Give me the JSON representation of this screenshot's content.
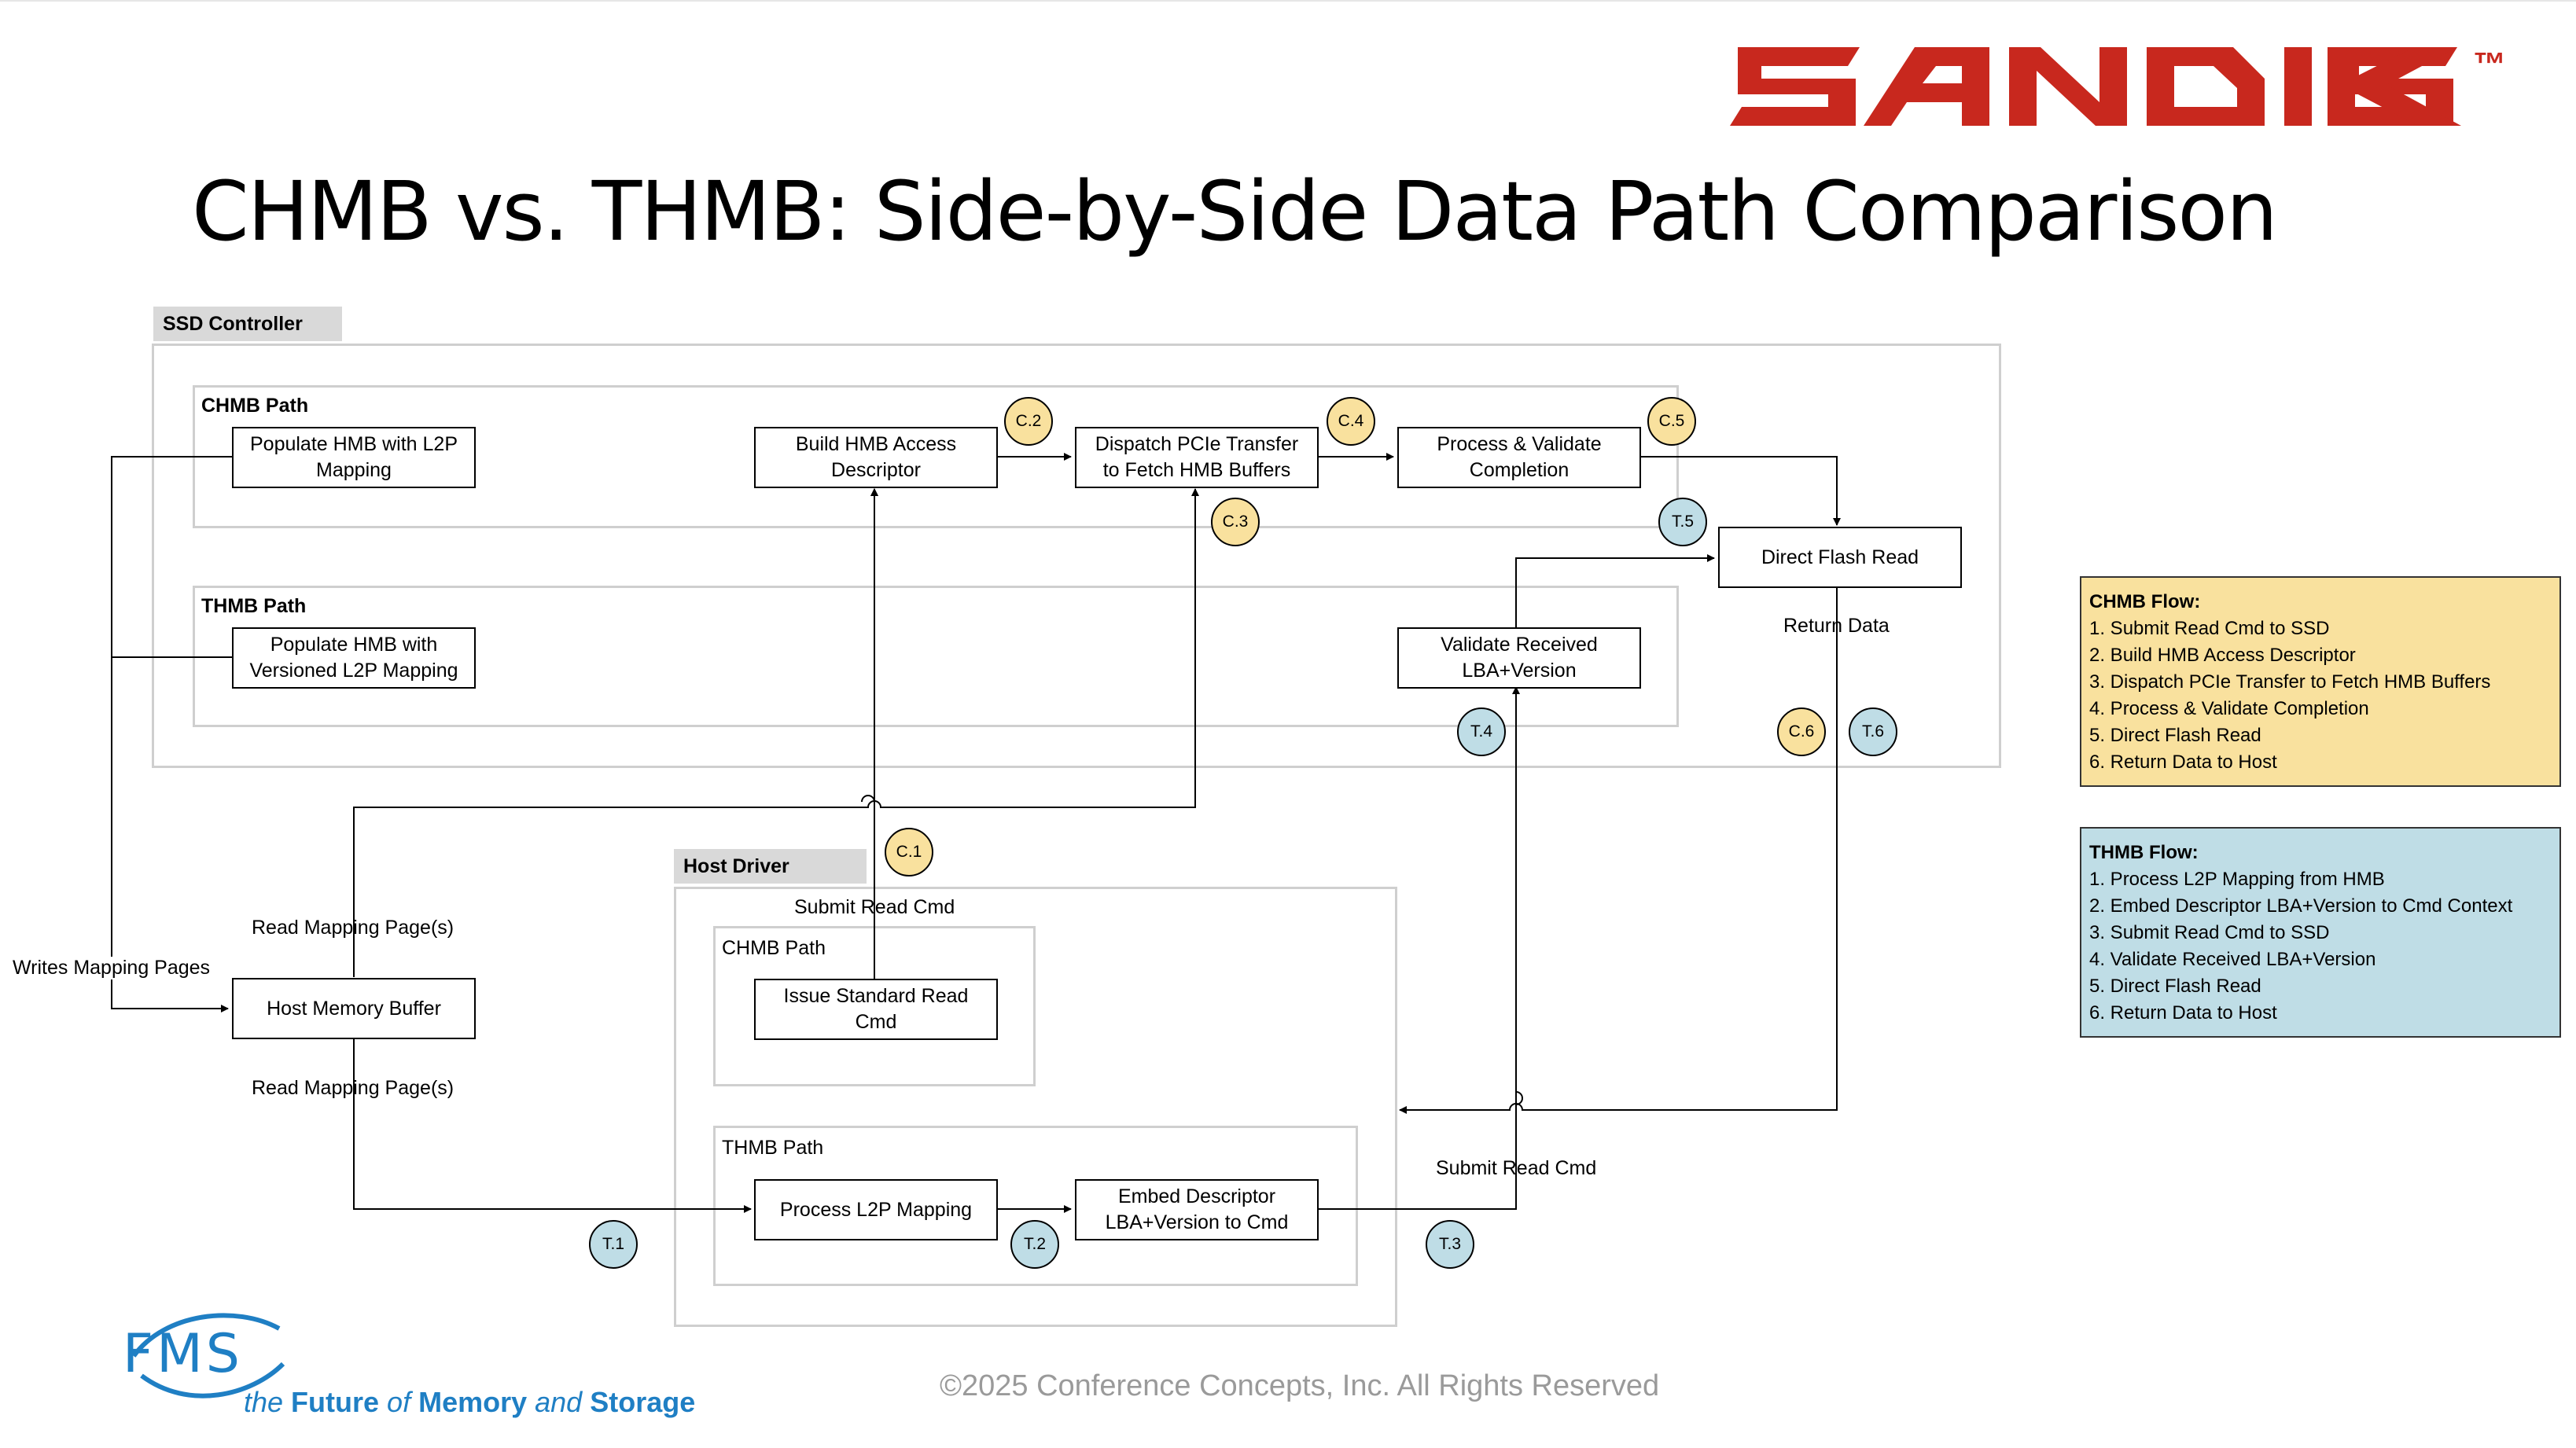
{
  "header": {
    "title": "CHMB vs. THMB: Side-by-Side Data Path Comparison",
    "brand": "SANDISK",
    "trademark": "™",
    "brand_color": "#c8281e"
  },
  "ssd_controller": {
    "label": "SSD Controller",
    "chmb_path": {
      "label": "CHMB Path",
      "nodes": {
        "populate": "Populate HMB with L2P Mapping",
        "build": "Build HMB Access Descriptor",
        "dispatch": "Dispatch PCIe Transfer to Fetch HMB Buffers",
        "process": "Process & Validate Completion"
      }
    },
    "thmb_path": {
      "label": "THMB Path",
      "nodes": {
        "populate": "Populate HMB with Versioned L2P Mapping",
        "validate": "Validate Received LBA+Version"
      }
    },
    "flash_read": "Direct Flash Read"
  },
  "host_driver": {
    "label": "Host Driver",
    "chmb_path": {
      "label": "CHMB Path",
      "node": "Issue Standard Read Cmd"
    },
    "thmb_path": {
      "label": "THMB Path",
      "nodes": {
        "process": "Process L2P Mapping",
        "embed": "Embed Descriptor LBA+Version to Cmd"
      }
    }
  },
  "host_memory_buffer": "Host Memory Buffer",
  "edge_labels": {
    "return_data": "Return Data",
    "submit_read_cmd_top": "Submit Read Cmd",
    "submit_read_cmd_bottom": "Submit Read Cmd",
    "read_mapping_top": "Read Mapping Page(s)",
    "read_mapping_bottom": "Read Mapping Page(s)",
    "writes_mapping": "Writes Mapping Pages"
  },
  "badges": {
    "c1": "C.1",
    "c2": "C.2",
    "c3": "C.3",
    "c4": "C.4",
    "c5": "C.5",
    "c6": "C.6",
    "t1": "T.1",
    "t2": "T.2",
    "t3": "T.3",
    "t4": "T.4",
    "t5": "T.5",
    "t6": "T.6"
  },
  "legend_chmb": {
    "title": "CHMB Flow:",
    "items": [
      "1. Submit Read Cmd to SSD",
      "2. Build HMB Access Descriptor",
      "3. Dispatch PCIe Transfer to Fetch HMB Buffers",
      "4. Process & Validate Completion",
      "5. Direct Flash Read",
      "6. Return Data to Host"
    ]
  },
  "legend_thmb": {
    "title": "THMB Flow:",
    "items": [
      "1. Process L2P Mapping from HMB",
      "2. Embed Descriptor LBA+Version to Cmd Context",
      "3. Submit Read Cmd to SSD",
      "4. Validate Received LBA+Version",
      "5. Direct Flash Read",
      "6. Return Data to Host"
    ]
  },
  "colors": {
    "chmb": "#f9e19e",
    "thmb": "#bfdde6",
    "fms_blue": "#1f7fc4"
  },
  "footer": {
    "copyright": "©2025 Conference Concepts, Inc. All Rights Reserved",
    "fms_logo_text": "FMS",
    "fms_tagline_1": "the ",
    "fms_tagline_2": "Future",
    "fms_tagline_3": " of ",
    "fms_tagline_4": "Memory",
    "fms_tagline_5": " and ",
    "fms_tagline_6": "Storage"
  }
}
